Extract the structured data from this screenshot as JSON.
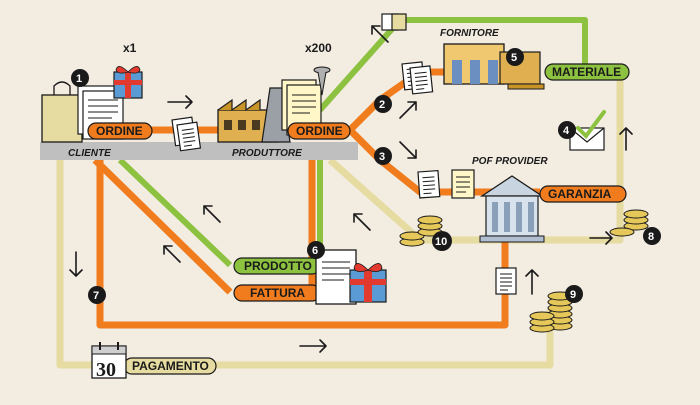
{
  "labels": {
    "cliente": "CLIENTE",
    "produttore": "PRODUTTORE",
    "fornitore": "FORNITORE",
    "pof_provider": "POF PROVIDER"
  },
  "pills": {
    "ordine_cliente": "ORDINE",
    "ordine_produttore": "ORDINE",
    "materiale": "MATERIALE",
    "garanzia": "GARANZIA",
    "prodotto": "PRODOTTO",
    "fattura": "FATTURA",
    "pagamento": "PAGAMENTO"
  },
  "quantities": {
    "x1": "x1",
    "x200": "x200"
  },
  "calendar_day": "30",
  "steps": [
    "1",
    "2",
    "3",
    "4",
    "5",
    "6",
    "7",
    "8",
    "9",
    "10"
  ],
  "colors": {
    "background": "#f2ece1",
    "orange": "#f07c1e",
    "green": "#8cc23f",
    "beige": "#e6dba0",
    "gray_bar": "#bfbfbf",
    "dark": "#1a1a1a"
  }
}
